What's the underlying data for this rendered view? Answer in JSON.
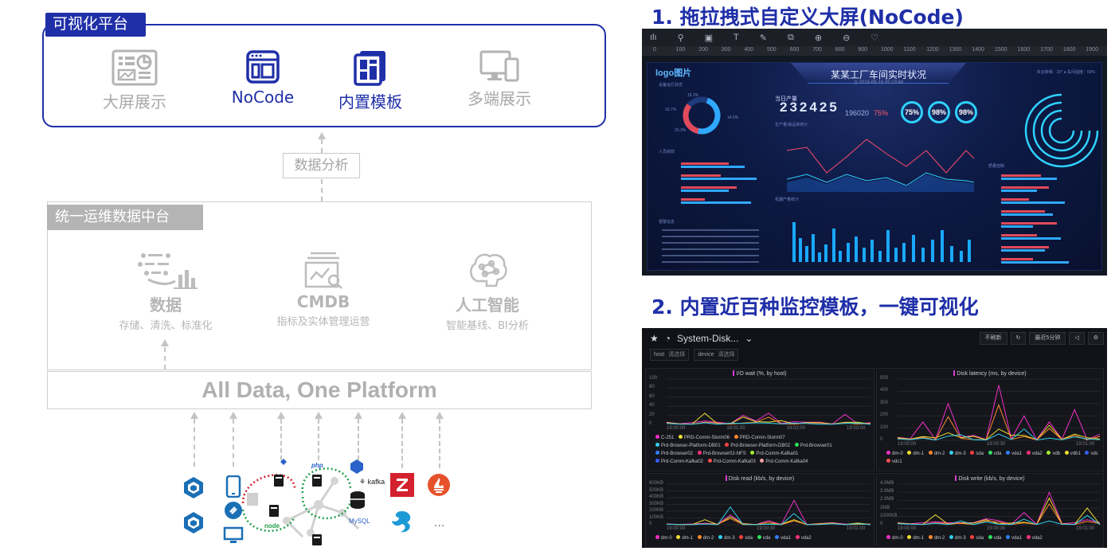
{
  "left": {
    "viz_platform_tag": "可视化平台",
    "viz_items": [
      {
        "label": "大屏展示",
        "icon": "dashboard-display-icon"
      },
      {
        "label": "NoCode",
        "icon": "nocode-window-icon"
      },
      {
        "label": "内置模板",
        "icon": "template-grid-icon"
      },
      {
        "label": "多端展示",
        "icon": "multi-device-icon"
      }
    ],
    "analysis_label": "数据分析",
    "middle_tag": "统一运维数据中台",
    "middle_items": [
      {
        "title": "数据",
        "subtitle": "存储、清洗、标准化",
        "icon": "data-processing-icon"
      },
      {
        "title": "CMDB",
        "subtitle": "指标及实体管理运营",
        "icon": "cmdb-document-icon"
      },
      {
        "title": "人工智能",
        "subtitle": "智能基线、BI分析",
        "icon": "ai-brain-icon"
      }
    ],
    "banner": "All Data, One Platform",
    "sources": {
      "logo_labels": [
        "php",
        "kafka",
        "MySQL",
        "node"
      ],
      "more": "..."
    },
    "colors": {
      "brand_blue": "#1f2fa8",
      "grey_text": "#a9a9a9",
      "zabbix_red": "#d3212d",
      "prometheus_orange": "#e6522c"
    }
  },
  "right": {
    "heading1": "1. 拖拉拽式自定义大屏(NoCode)",
    "heading2": "2. 内置近百种监控模板，一键可视化",
    "shot1": {
      "ruler_ticks": [
        "0",
        "100",
        "200",
        "300",
        "400",
        "500",
        "600",
        "700",
        "800",
        "900",
        "1000",
        "1100",
        "1200",
        "1300",
        "1400",
        "1500",
        "1600",
        "1700",
        "1800",
        "1900"
      ],
      "logo": "logo图片",
      "title": "某某工厂车间实时状况",
      "date": "◷ 2016-06-16 05:19:48",
      "production_label": "当日产量",
      "production_value": "232425",
      "secondary_value": "196020",
      "secondary_pct": "75%",
      "rings": [
        "75%",
        "98%",
        "98%"
      ],
      "section_labels": [
        "设备运行状态",
        "人员绩效",
        "报警信息",
        "生产量/良品率统计",
        "机器产量统计",
        "质量控制"
      ],
      "weather": "多云转晴：23° ● 车间湿度：60%",
      "donut_pcts": [
        "16.3%",
        "16.7%",
        "14.0%",
        "20.3%"
      ]
    },
    "shot2": {
      "dashboard_title": "System-Disk...",
      "top_buttons": [
        "不刷新",
        "最近5分钟"
      ],
      "filters": [
        {
          "key": "host",
          "value": "请选择"
        },
        {
          "key": "device",
          "value": "请选择"
        }
      ],
      "panels": [
        {
          "title": "I/O wait (%, by host)",
          "y_ticks": [
            "100",
            "80",
            "60",
            "40",
            "20",
            "0"
          ],
          "x_ticks": [
            "19:00:00",
            "19:01:00",
            "19:02:00",
            "19:03:00"
          ],
          "legend": [
            {
              "name": "C-251",
              "color": "#f030c8"
            },
            {
              "name": "PRD-Comm-Storm06",
              "color": "#f0e030"
            },
            {
              "name": "PRD-Comm-Storm07",
              "color": "#ff8a30"
            },
            {
              "name": "Prd-Browser-Platform-DB01",
              "color": "#30d0f0"
            },
            {
              "name": "Prd-Browser-Platform-DB02",
              "color": "#ff4040"
            },
            {
              "name": "Prd-Browser01",
              "color": "#30e060"
            },
            {
              "name": "Prd-Browser02",
              "color": "#3080ff"
            },
            {
              "name": "Prd-Browser02-NFS",
              "color": "#ff3080"
            },
            {
              "name": "Prd-Comm-Kafka01",
              "color": "#a0f030"
            },
            {
              "name": "Prd-Comm-Kafka02",
              "color": "#3060ff"
            },
            {
              "name": "Prd-Comm-Kafka03",
              "color": "#ff5050"
            },
            {
              "name": "Prd-Comm-Kafka04",
              "color": "#f0a0a0"
            }
          ]
        },
        {
          "title": "Disk latency (ms, by device)",
          "y_ticks": [
            "500",
            "400",
            "300",
            "200",
            "100",
            "0"
          ],
          "x_ticks": [
            "19:00:00",
            "19:00:30",
            "19:01:00"
          ],
          "legend": [
            {
              "name": "dm-0",
              "color": "#f030c8"
            },
            {
              "name": "dm-1",
              "color": "#f0e030"
            },
            {
              "name": "dm-2",
              "color": "#ff8a30"
            },
            {
              "name": "dm-3",
              "color": "#30d0f0"
            },
            {
              "name": "sda",
              "color": "#ff4040"
            },
            {
              "name": "vda",
              "color": "#30e060"
            },
            {
              "name": "vda1",
              "color": "#3080ff"
            },
            {
              "name": "vda2",
              "color": "#ff3080"
            },
            {
              "name": "vdb",
              "color": "#a0f030"
            },
            {
              "name": "vdb1",
              "color": "#f0e030"
            },
            {
              "name": "vdc",
              "color": "#3060ff"
            },
            {
              "name": "vdc1",
              "color": "#ff5050"
            }
          ]
        },
        {
          "title": "Disk read (kb/s, by device)",
          "y_ticks": [
            "600KB",
            "500KB",
            "400KB",
            "300KB",
            "200KB",
            "100KB",
            "0"
          ],
          "x_ticks": [
            "19:00:00",
            "19:00:30",
            "19:01:00"
          ],
          "legend": [
            {
              "name": "dm-0",
              "color": "#f030c8"
            },
            {
              "name": "dm-1",
              "color": "#f0e030"
            },
            {
              "name": "dm-2",
              "color": "#ff8a30"
            },
            {
              "name": "dm-3",
              "color": "#30d0f0"
            },
            {
              "name": "sda",
              "color": "#ff4040"
            },
            {
              "name": "vda",
              "color": "#30e060"
            },
            {
              "name": "vda1",
              "color": "#3080ff"
            },
            {
              "name": "vda2",
              "color": "#ff3080"
            }
          ]
        },
        {
          "title": "Disk write (kb/s, by device)",
          "y_ticks": [
            "4.9MB",
            "3.9MB",
            "2.9MB",
            "2MB",
            "1000KB",
            "0"
          ],
          "x_ticks": [
            "19:00:00",
            "19:00:30",
            "19:01:00"
          ],
          "legend": [
            {
              "name": "dm-0",
              "color": "#f030c8"
            },
            {
              "name": "dm-1",
              "color": "#f0e030"
            },
            {
              "name": "dm-2",
              "color": "#ff8a30"
            },
            {
              "name": "dm-3",
              "color": "#30d0f0"
            },
            {
              "name": "sda",
              "color": "#ff4040"
            },
            {
              "name": "vda",
              "color": "#30e060"
            },
            {
              "name": "vda1",
              "color": "#3080ff"
            },
            {
              "name": "vda2",
              "color": "#ff3080"
            }
          ]
        }
      ]
    }
  }
}
